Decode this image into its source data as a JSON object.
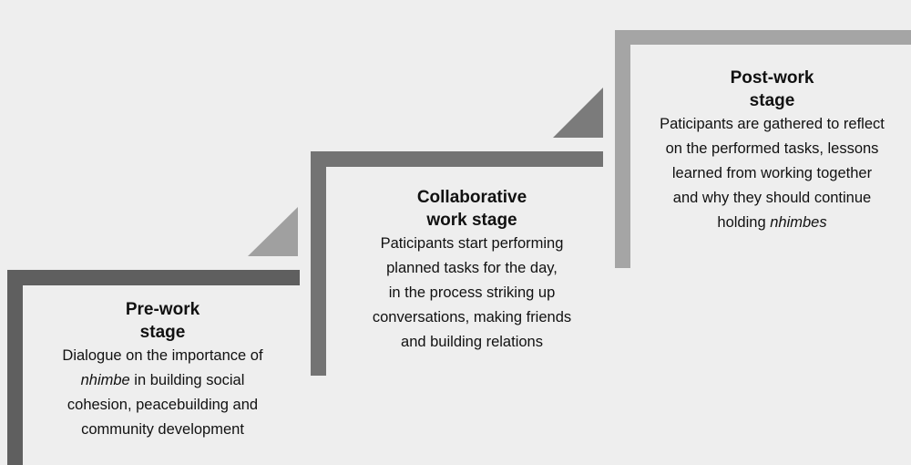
{
  "stages": [
    {
      "title_line1": "Pre-work",
      "title_line2": "stage",
      "body": [
        {
          "before": "Dialogue on the importance of",
          "italic": "",
          "after": ""
        },
        {
          "before": "",
          "italic": "nhimbe",
          "after": " in building social"
        },
        {
          "before": "cohesion, peacebuilding and",
          "italic": "",
          "after": ""
        },
        {
          "before": "community development",
          "italic": "",
          "after": ""
        }
      ]
    },
    {
      "title_line1": "Collaborative",
      "title_line2": "work stage",
      "body": [
        {
          "before": "Paticipants start performing",
          "italic": "",
          "after": ""
        },
        {
          "before": "planned tasks for the day,",
          "italic": "",
          "after": ""
        },
        {
          "before": "in the process striking up",
          "italic": "",
          "after": ""
        },
        {
          "before": "conversations, making friends",
          "italic": "",
          "after": ""
        },
        {
          "before": "and building relations",
          "italic": "",
          "after": ""
        }
      ]
    },
    {
      "title_line1": "Post-work",
      "title_line2": "stage",
      "body": [
        {
          "before": "Paticipants are gathered to reflect",
          "italic": "",
          "after": ""
        },
        {
          "before": "on the performed tasks, lessons",
          "italic": "",
          "after": ""
        },
        {
          "before": "learned from working together",
          "italic": "",
          "after": ""
        },
        {
          "before": "and why they should continue",
          "italic": "",
          "after": ""
        },
        {
          "before": "holding ",
          "italic": "nhimbes",
          "after": ""
        }
      ]
    }
  ],
  "colors": {
    "background": "#eeeeee",
    "stage1_bar": "#5f5f5f",
    "stage2_bar": "#737373",
    "stage3_bar": "#a5a5a5",
    "triangle1": "#a0a0a0",
    "triangle2": "#7b7b7b"
  }
}
